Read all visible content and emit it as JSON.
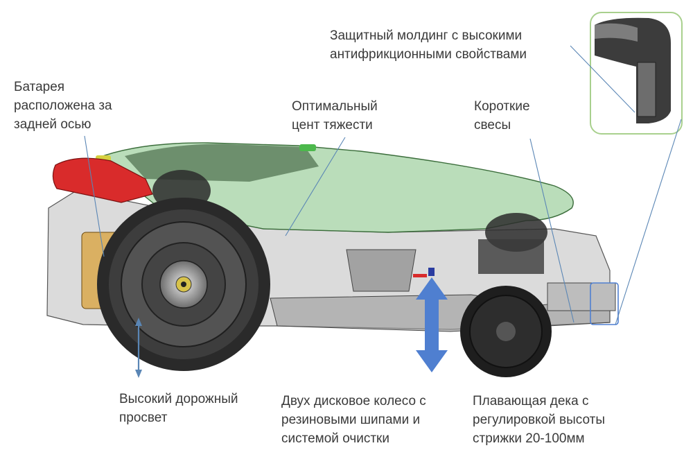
{
  "labels": {
    "battery": [
      "Батарея",
      "расположена за",
      "задней осью"
    ],
    "gravity": [
      "Оптимальный",
      "цент тяжести"
    ],
    "overhang": [
      "Короткие",
      "свесы"
    ],
    "molding": [
      "Защитный молдинг с высокими",
      "антифрикционными свойствами"
    ],
    "clearance": [
      "Высокий дорожный",
      "просвет"
    ],
    "wheel": [
      "Двух дисковое колесо с",
      "резиновыми шипами и",
      "системой очистки"
    ],
    "deck": [
      "Плавающая дека с",
      "регулировкой высоты",
      "стрижки 20-100мм"
    ]
  },
  "colors": {
    "text": "#3a3a3a",
    "body_green": "#8cc78c",
    "callout_line": "#5a86b5",
    "arrow_blue": "#4f7fd0",
    "inset_border": "#a8d08d",
    "red_light": "#d92b2b",
    "battery_orange": "#d9a23a"
  }
}
